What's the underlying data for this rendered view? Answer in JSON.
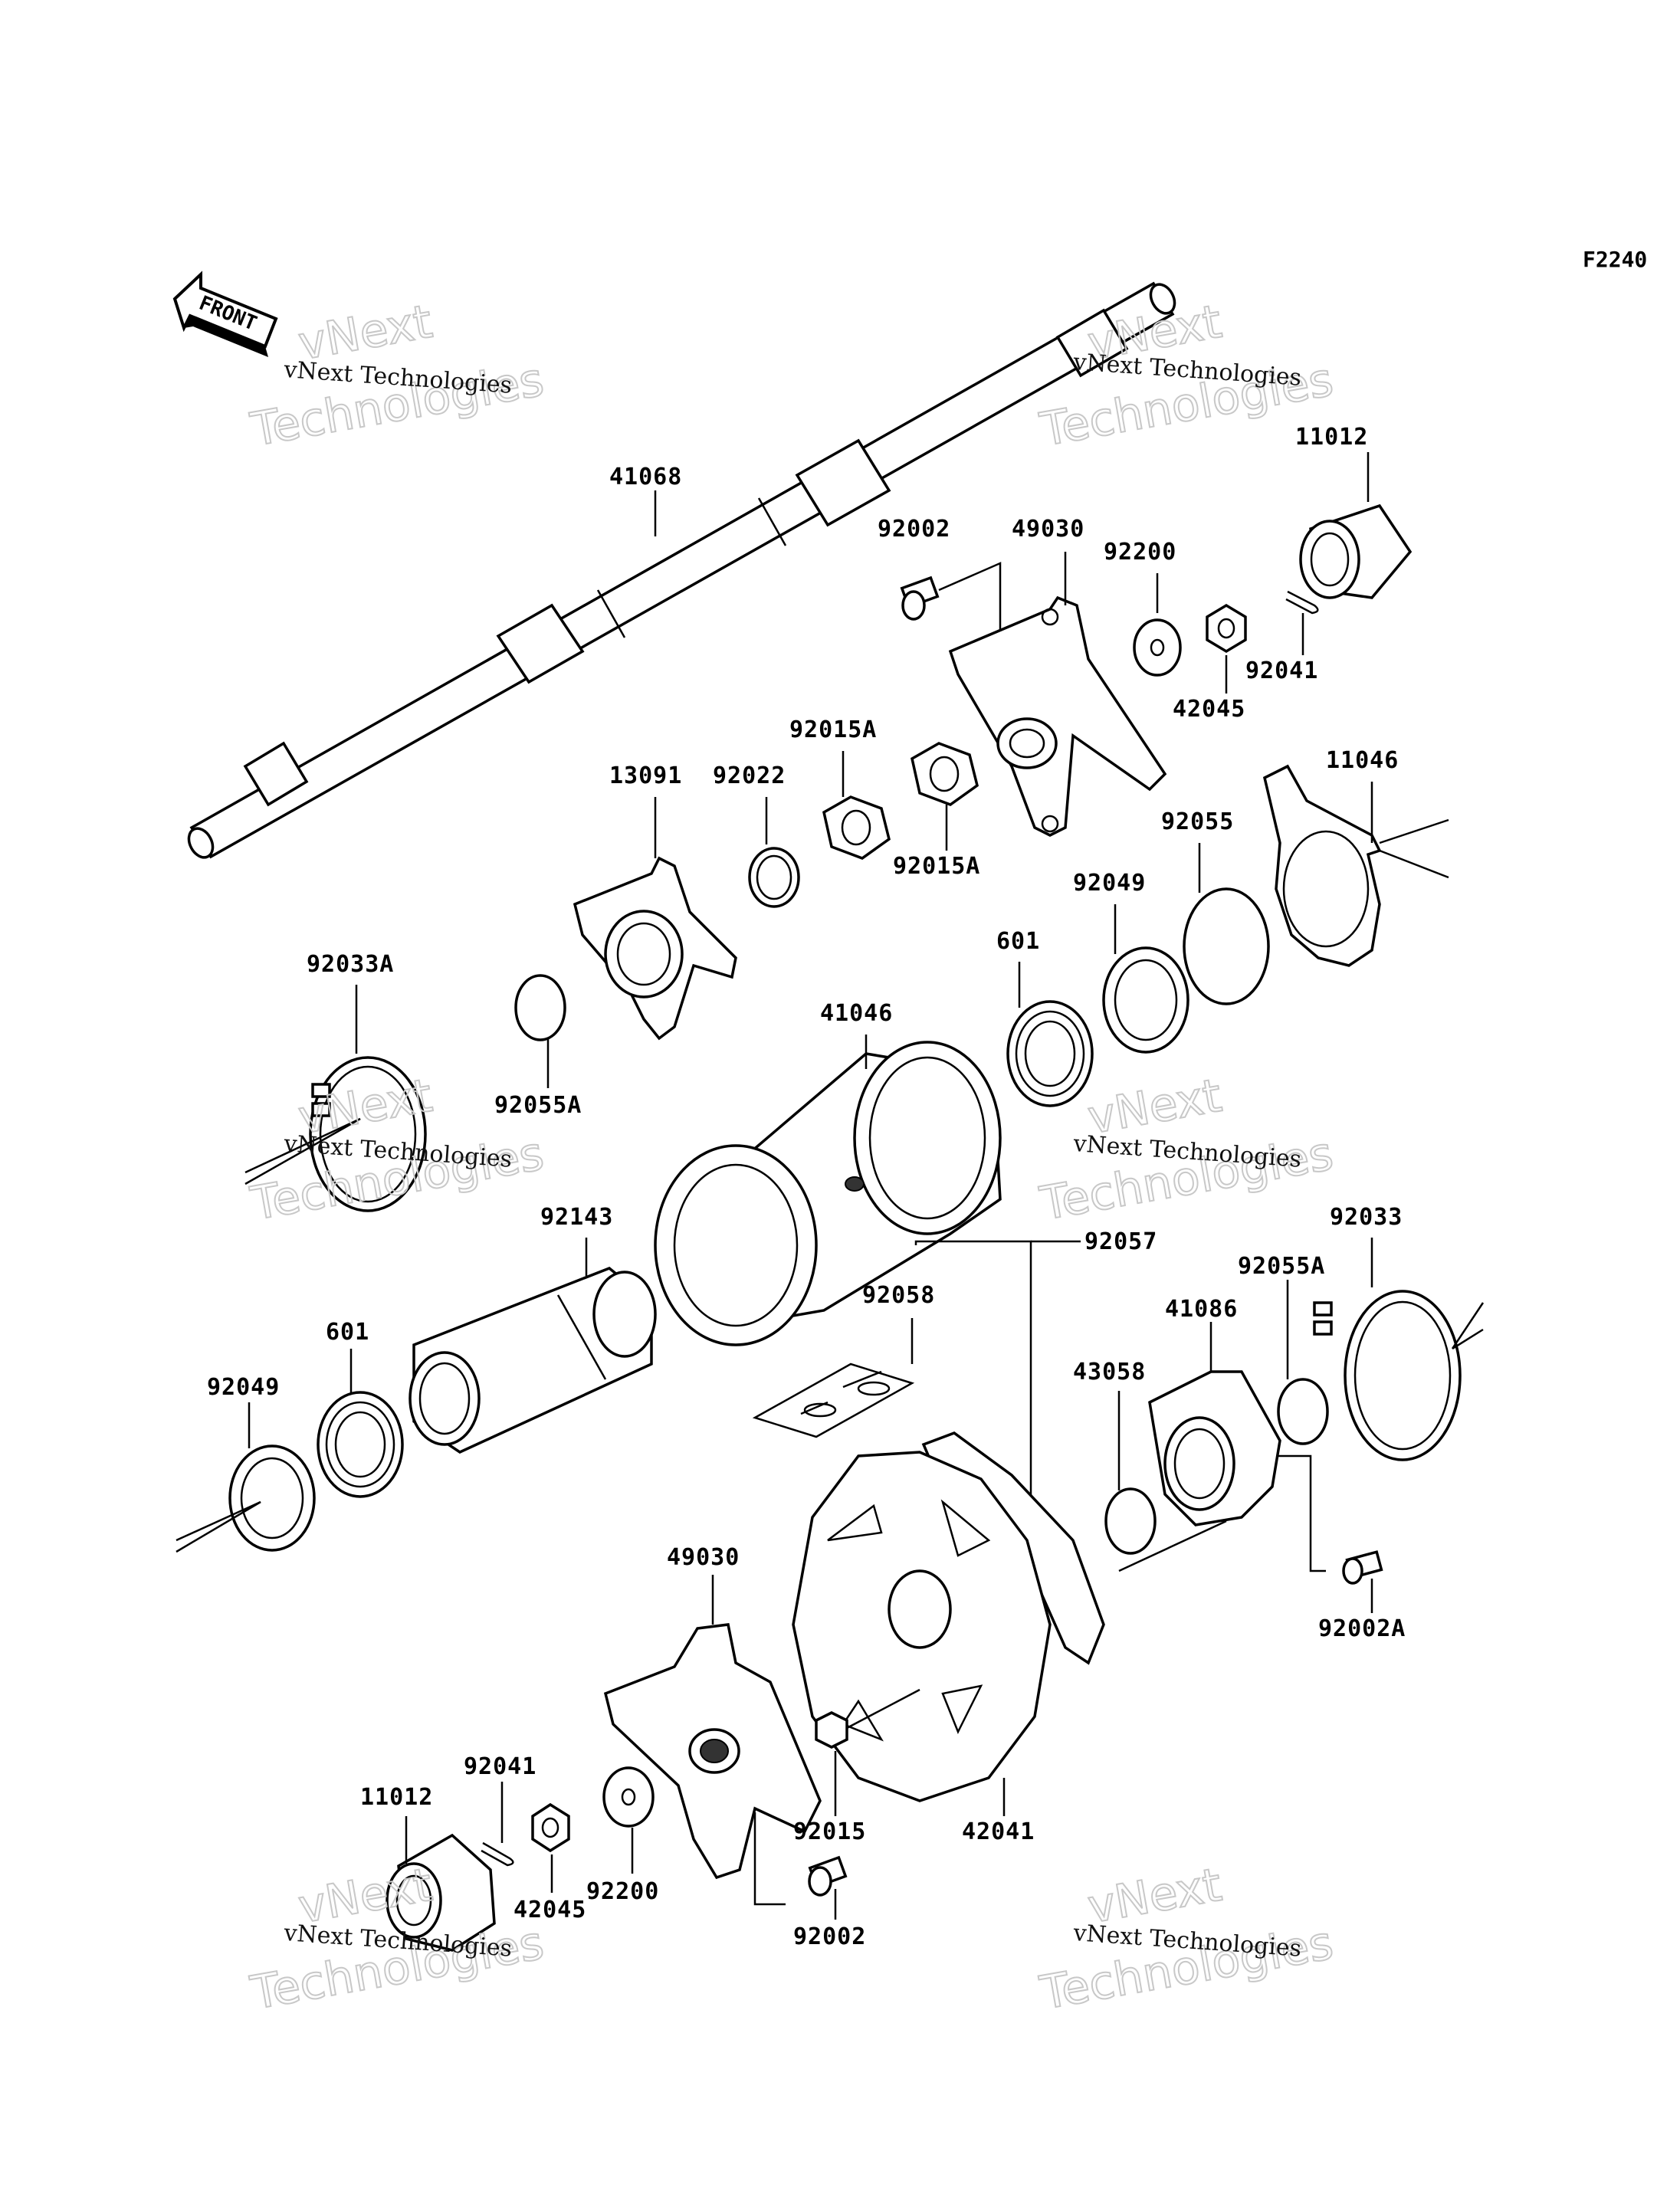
{
  "diagram_code": "F2240",
  "front_label": "FRONT",
  "watermark": {
    "big_line1": "vNext",
    "big_line2": "Technologies",
    "small": "vNext Technologies"
  },
  "parts": [
    {
      "id": "p41068",
      "label": "41068"
    },
    {
      "id": "p11012a",
      "label": "11012"
    },
    {
      "id": "p92002a",
      "label": "92002"
    },
    {
      "id": "p49030a",
      "label": "49030"
    },
    {
      "id": "p92200a",
      "label": "92200"
    },
    {
      "id": "p42045a",
      "label": "42045"
    },
    {
      "id": "p92041a",
      "label": "92041"
    },
    {
      "id": "p92015Aa",
      "label": "92015A"
    },
    {
      "id": "p92022",
      "label": "92022"
    },
    {
      "id": "p13091",
      "label": "13091"
    },
    {
      "id": "p92015Ab",
      "label": "92015A"
    },
    {
      "id": "p11046",
      "label": "11046"
    },
    {
      "id": "p92055",
      "label": "92055"
    },
    {
      "id": "p92049a",
      "label": "92049"
    },
    {
      "id": "p601a",
      "label": "601"
    },
    {
      "id": "p92033A",
      "label": "92033A"
    },
    {
      "id": "p92055Aa",
      "label": "92055A"
    },
    {
      "id": "p41046",
      "label": "41046"
    },
    {
      "id": "p92143",
      "label": "92143"
    },
    {
      "id": "p92057",
      "label": "92057"
    },
    {
      "id": "p92058",
      "label": "92058"
    },
    {
      "id": "p92033",
      "label": "92033"
    },
    {
      "id": "p92055Ab",
      "label": "92055A"
    },
    {
      "id": "p41086",
      "label": "41086"
    },
    {
      "id": "p601b",
      "label": "601"
    },
    {
      "id": "p92049b",
      "label": "92049"
    },
    {
      "id": "p43058",
      "label": "43058"
    },
    {
      "id": "p49030b",
      "label": "49030"
    },
    {
      "id": "p92002A",
      "label": "92002A"
    },
    {
      "id": "p92041b",
      "label": "92041"
    },
    {
      "id": "p11012b",
      "label": "11012"
    },
    {
      "id": "p92015",
      "label": "92015"
    },
    {
      "id": "p42041",
      "label": "42041"
    },
    {
      "id": "p42045b",
      "label": "42045"
    },
    {
      "id": "p92200b",
      "label": "92200"
    },
    {
      "id": "p92002b",
      "label": "92002"
    }
  ]
}
